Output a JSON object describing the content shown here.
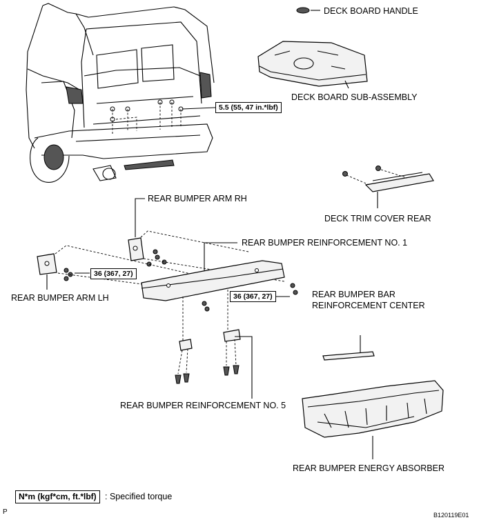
{
  "labels": {
    "deck_board_handle": "DECK BOARD HANDLE",
    "deck_board_sub_assembly": "DECK BOARD SUB-ASSEMBLY",
    "deck_trim_cover_rear": "DECK TRIM COVER REAR",
    "rear_bumper_arm_rh": "REAR BUMPER ARM RH",
    "rear_bumper_reinforcement_no1": "REAR BUMPER REINFORCEMENT NO. 1",
    "rear_bumper_arm_lh": "REAR BUMPER ARM LH",
    "rear_bumper_bar_reinforcement_center_line1": "REAR BUMPER BAR",
    "rear_bumper_bar_reinforcement_center_line2": "REINFORCEMENT CENTER",
    "rear_bumper_reinforcement_no5": "REAR BUMPER REINFORCEMENT NO. 5",
    "rear_bumper_energy_absorber": "REAR BUMPER ENERGY ABSORBER"
  },
  "torques": {
    "back_door": "5.5 (55, 47 in.*lbf)",
    "arm_lh": "36 (367, 27)",
    "arm_rh": "36 (367, 27)"
  },
  "legend": {
    "unit_box": "N*m (kgf*cm, ft.*lbf)",
    "description": ": Specified torque"
  },
  "corner": {
    "left_marker": "P",
    "figure_code": "B120119E01"
  }
}
